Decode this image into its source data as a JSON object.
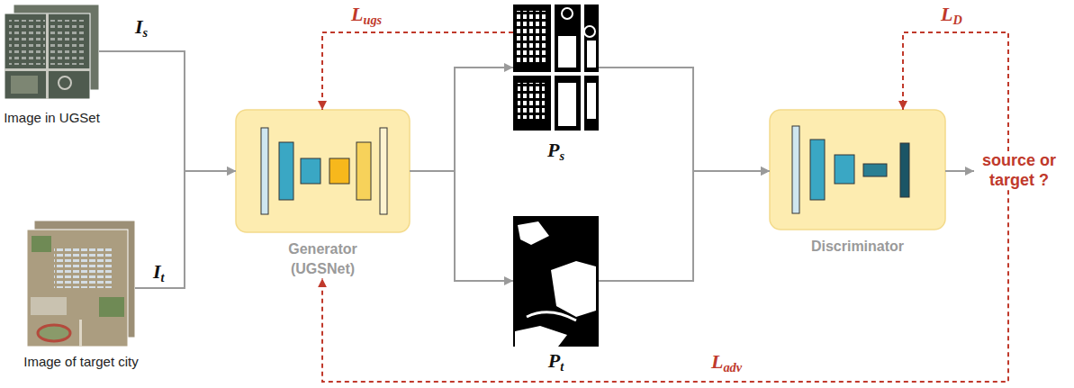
{
  "diagram": {
    "nodes": [
      {
        "text": [
          "Image in UGSet"
        ]
      },
      {
        "text": [
          "Image of target city"
        ]
      },
      {
        "text": [
          "Generator (UGSNet)"
        ]
      },
      {
        "text": [
          "Ps"
        ]
      },
      {
        "text": [
          "Pt"
        ]
      },
      {
        "text": [
          "Discriminator"
        ]
      },
      {
        "text": [
          "source or target ?"
        ]
      }
    ],
    "edges": [
      {
        "from": 0,
        "to": 2,
        "arrow": "to",
        "label": "Is"
      },
      {
        "from": 1,
        "to": 2,
        "arrow": "to",
        "label": "It"
      },
      {
        "from": 2,
        "to": 3,
        "arrow": "to"
      },
      {
        "from": 2,
        "to": 4,
        "arrow": "to"
      },
      {
        "from": 3,
        "to": 5,
        "arrow": "to"
      },
      {
        "from": 4,
        "to": 5,
        "arrow": "to"
      },
      {
        "from": 5,
        "to": 6,
        "arrow": "to"
      },
      {
        "from": 3,
        "to": 2,
        "arrow": "to",
        "label": "Lugs"
      },
      {
        "from": 6,
        "to": 5,
        "arrow": "to",
        "label": "LD"
      },
      {
        "from": 6,
        "to": 2,
        "arrow": "to",
        "label": "Ladv"
      }
    ]
  }
}
